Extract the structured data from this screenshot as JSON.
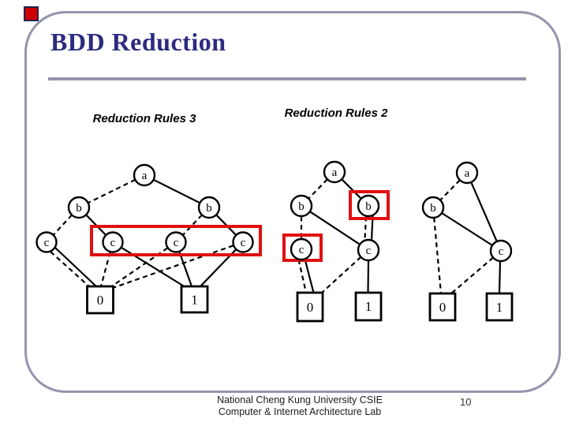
{
  "slide": {
    "title": "BDD Reduction",
    "page_number": "10",
    "footer": {
      "line1": "National Cheng Kung University CSIE",
      "line2": "Computer & Internet Architecture Lab"
    }
  },
  "colors": {
    "title_text": "#2B2B82",
    "divider": "#9494AE",
    "slide_border": "#9494AE",
    "highlight_red": "#E01010",
    "corner_square_red": "#CE0000",
    "edge_black": "#000000"
  },
  "graphs": [
    {
      "caption": "Reduction Rules 3",
      "nodes": [
        {
          "id": "a",
          "label": "a"
        },
        {
          "id": "b1",
          "label": "b"
        },
        {
          "id": "b2",
          "label": "b"
        },
        {
          "id": "c1",
          "label": "c"
        },
        {
          "id": "c2",
          "label": "c"
        },
        {
          "id": "c3",
          "label": "c"
        },
        {
          "id": "c4",
          "label": "c"
        },
        {
          "id": "t0",
          "label": "0"
        },
        {
          "id": "t1",
          "label": "1"
        }
      ],
      "edges": [
        {
          "from": "a",
          "to": "b1",
          "style": "dashed"
        },
        {
          "from": "a",
          "to": "b2",
          "style": "solid"
        },
        {
          "from": "b1",
          "to": "c1",
          "style": "dashed"
        },
        {
          "from": "b1",
          "to": "c2",
          "style": "solid"
        },
        {
          "from": "b2",
          "to": "c3",
          "style": "dashed"
        },
        {
          "from": "b2",
          "to": "c4",
          "style": "solid"
        },
        {
          "from": "c1",
          "to": "t0",
          "style": "dashed"
        },
        {
          "from": "c1",
          "to": "t0",
          "style": "solid"
        },
        {
          "from": "c2",
          "to": "t0",
          "style": "dashed"
        },
        {
          "from": "c2",
          "to": "t1",
          "style": "solid"
        },
        {
          "from": "c3",
          "to": "t0",
          "style": "dashed"
        },
        {
          "from": "c3",
          "to": "t1",
          "style": "solid"
        },
        {
          "from": "c4",
          "to": "t0",
          "style": "dashed"
        },
        {
          "from": "c4",
          "to": "t1",
          "style": "solid"
        }
      ],
      "highlight_boxes": [
        {
          "around": [
            "c2",
            "c3",
            "c4"
          ]
        }
      ]
    },
    {
      "caption": "Reduction Rules 2",
      "nodes": [
        {
          "id": "a",
          "label": "a"
        },
        {
          "id": "b1",
          "label": "b"
        },
        {
          "id": "b2",
          "label": "b"
        },
        {
          "id": "c1",
          "label": "c"
        },
        {
          "id": "c2",
          "label": "c"
        },
        {
          "id": "t0",
          "label": "0"
        },
        {
          "id": "t1",
          "label": "1"
        }
      ],
      "edges": [
        {
          "from": "a",
          "to": "b1",
          "style": "dashed"
        },
        {
          "from": "a",
          "to": "b2",
          "style": "solid"
        },
        {
          "from": "b1",
          "to": "c1",
          "style": "dashed"
        },
        {
          "from": "b1",
          "to": "c2",
          "style": "solid"
        },
        {
          "from": "b2",
          "to": "c2",
          "style": "dashed"
        },
        {
          "from": "b2",
          "to": "c2",
          "style": "solid"
        },
        {
          "from": "c1",
          "to": "t0",
          "style": "dashed"
        },
        {
          "from": "c1",
          "to": "t0",
          "style": "solid"
        },
        {
          "from": "c2",
          "to": "t0",
          "style": "dashed"
        },
        {
          "from": "c2",
          "to": "t1",
          "style": "solid"
        }
      ],
      "highlight_boxes": [
        {
          "around": [
            "b2"
          ]
        },
        {
          "around": [
            "c1"
          ]
        }
      ]
    },
    {
      "nodes": [
        {
          "id": "a",
          "label": "a"
        },
        {
          "id": "b",
          "label": "b"
        },
        {
          "id": "c",
          "label": "c"
        },
        {
          "id": "t0",
          "label": "0"
        },
        {
          "id": "t1",
          "label": "1"
        }
      ],
      "edges": [
        {
          "from": "a",
          "to": "b",
          "style": "dashed"
        },
        {
          "from": "a",
          "to": "c",
          "style": "solid"
        },
        {
          "from": "b",
          "to": "t0",
          "style": "dashed"
        },
        {
          "from": "b",
          "to": "c",
          "style": "solid"
        },
        {
          "from": "c",
          "to": "t0",
          "style": "dashed"
        },
        {
          "from": "c",
          "to": "t1",
          "style": "solid"
        }
      ],
      "highlight_boxes": []
    }
  ]
}
